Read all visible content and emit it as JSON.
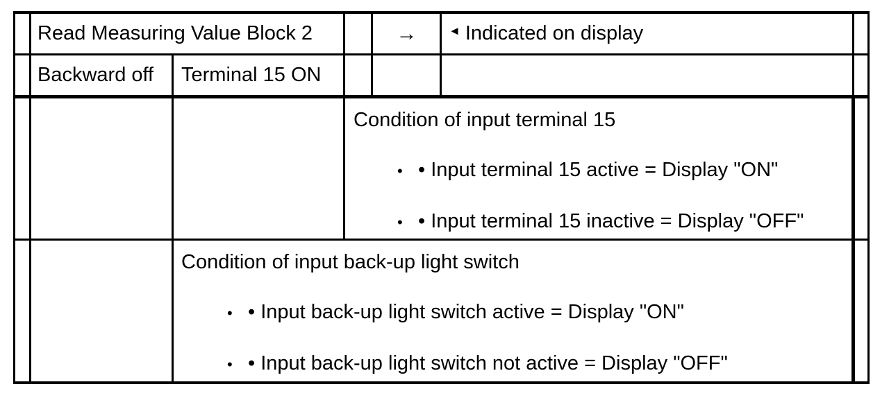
{
  "document": {
    "title": "Read Measuring Value Block 2 — diagnostic table"
  },
  "table": {
    "header_row": {
      "spacer_left": "",
      "function_label": "Read Measuring Value Block 2",
      "arrow_symbol": "→",
      "arrow_icon_name": "right-arrow-icon",
      "result_marker": "◄",
      "result_marker_icon_name": "left-triangle-icon",
      "result_label": "Indicated on display",
      "spacer_right": ""
    },
    "condition_row": {
      "spacer_left": "",
      "condition_1": "Backward off",
      "condition_2": "Terminal 15 ON",
      "spacer_mid": "",
      "spacer_arrow": "",
      "spacer_result": "",
      "spacer_right": ""
    },
    "detail_block_1": {
      "spacer_left": "",
      "spacer_col2": "",
      "spacer_col3": "",
      "heading": "Condition of input terminal 15",
      "bullets": [
        {
          "marker": "•",
          "text": "• Input terminal 15 active = Display \"ON\""
        },
        {
          "marker": "•",
          "text": "• Input terminal 15 inactive = Display \"OFF\""
        }
      ],
      "spacer_right": ""
    },
    "detail_block_2": {
      "spacer_left": "",
      "spacer_col2": "",
      "heading": "Condition of input back-up light switch",
      "bullets": [
        {
          "marker": "•",
          "text": "• Input back-up light switch active = Display \"ON\""
        },
        {
          "marker": "•",
          "text": "• Input back-up light switch not active = Display \"OFF\""
        }
      ],
      "spacer_right": ""
    }
  },
  "colors": {
    "ink": "#000000",
    "paper": "#ffffff"
  }
}
